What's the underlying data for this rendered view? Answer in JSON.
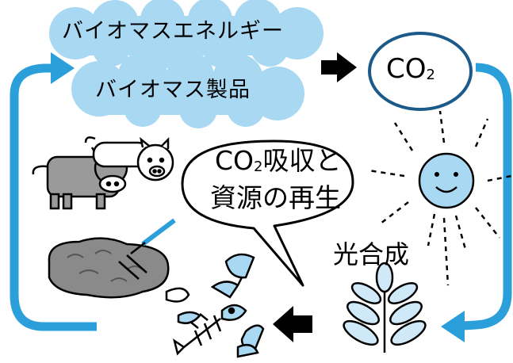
{
  "labels": {
    "biomass_energy": "バイオマスエネルギー",
    "biomass_products": "バイオマス製品",
    "co2_main": "CO",
    "co2_sub": "2",
    "bubble_co2": "CO",
    "bubble_sub": "2",
    "bubble_line1_rest": "吸収と",
    "bubble_line2": "資源の再生",
    "photosynthesis": "光合成"
  },
  "colors": {
    "cloud_fill": "#a9d8f2",
    "cycle_arrow": "#2b9fda",
    "co2_border": "#1c5a8a",
    "sun_face": "#a9d8f2",
    "leaf_fill": "#cfe9f8",
    "cow_fill": "#9a9a9a",
    "compost_fill": "#8a8a8a"
  },
  "icons": [
    "cow-icon",
    "pig-icon",
    "compost-icon",
    "fish-bone-icon",
    "food-scrap-icon",
    "sun-icon",
    "plant-icon",
    "arrow-right-icon",
    "arrow-left-icon"
  ]
}
